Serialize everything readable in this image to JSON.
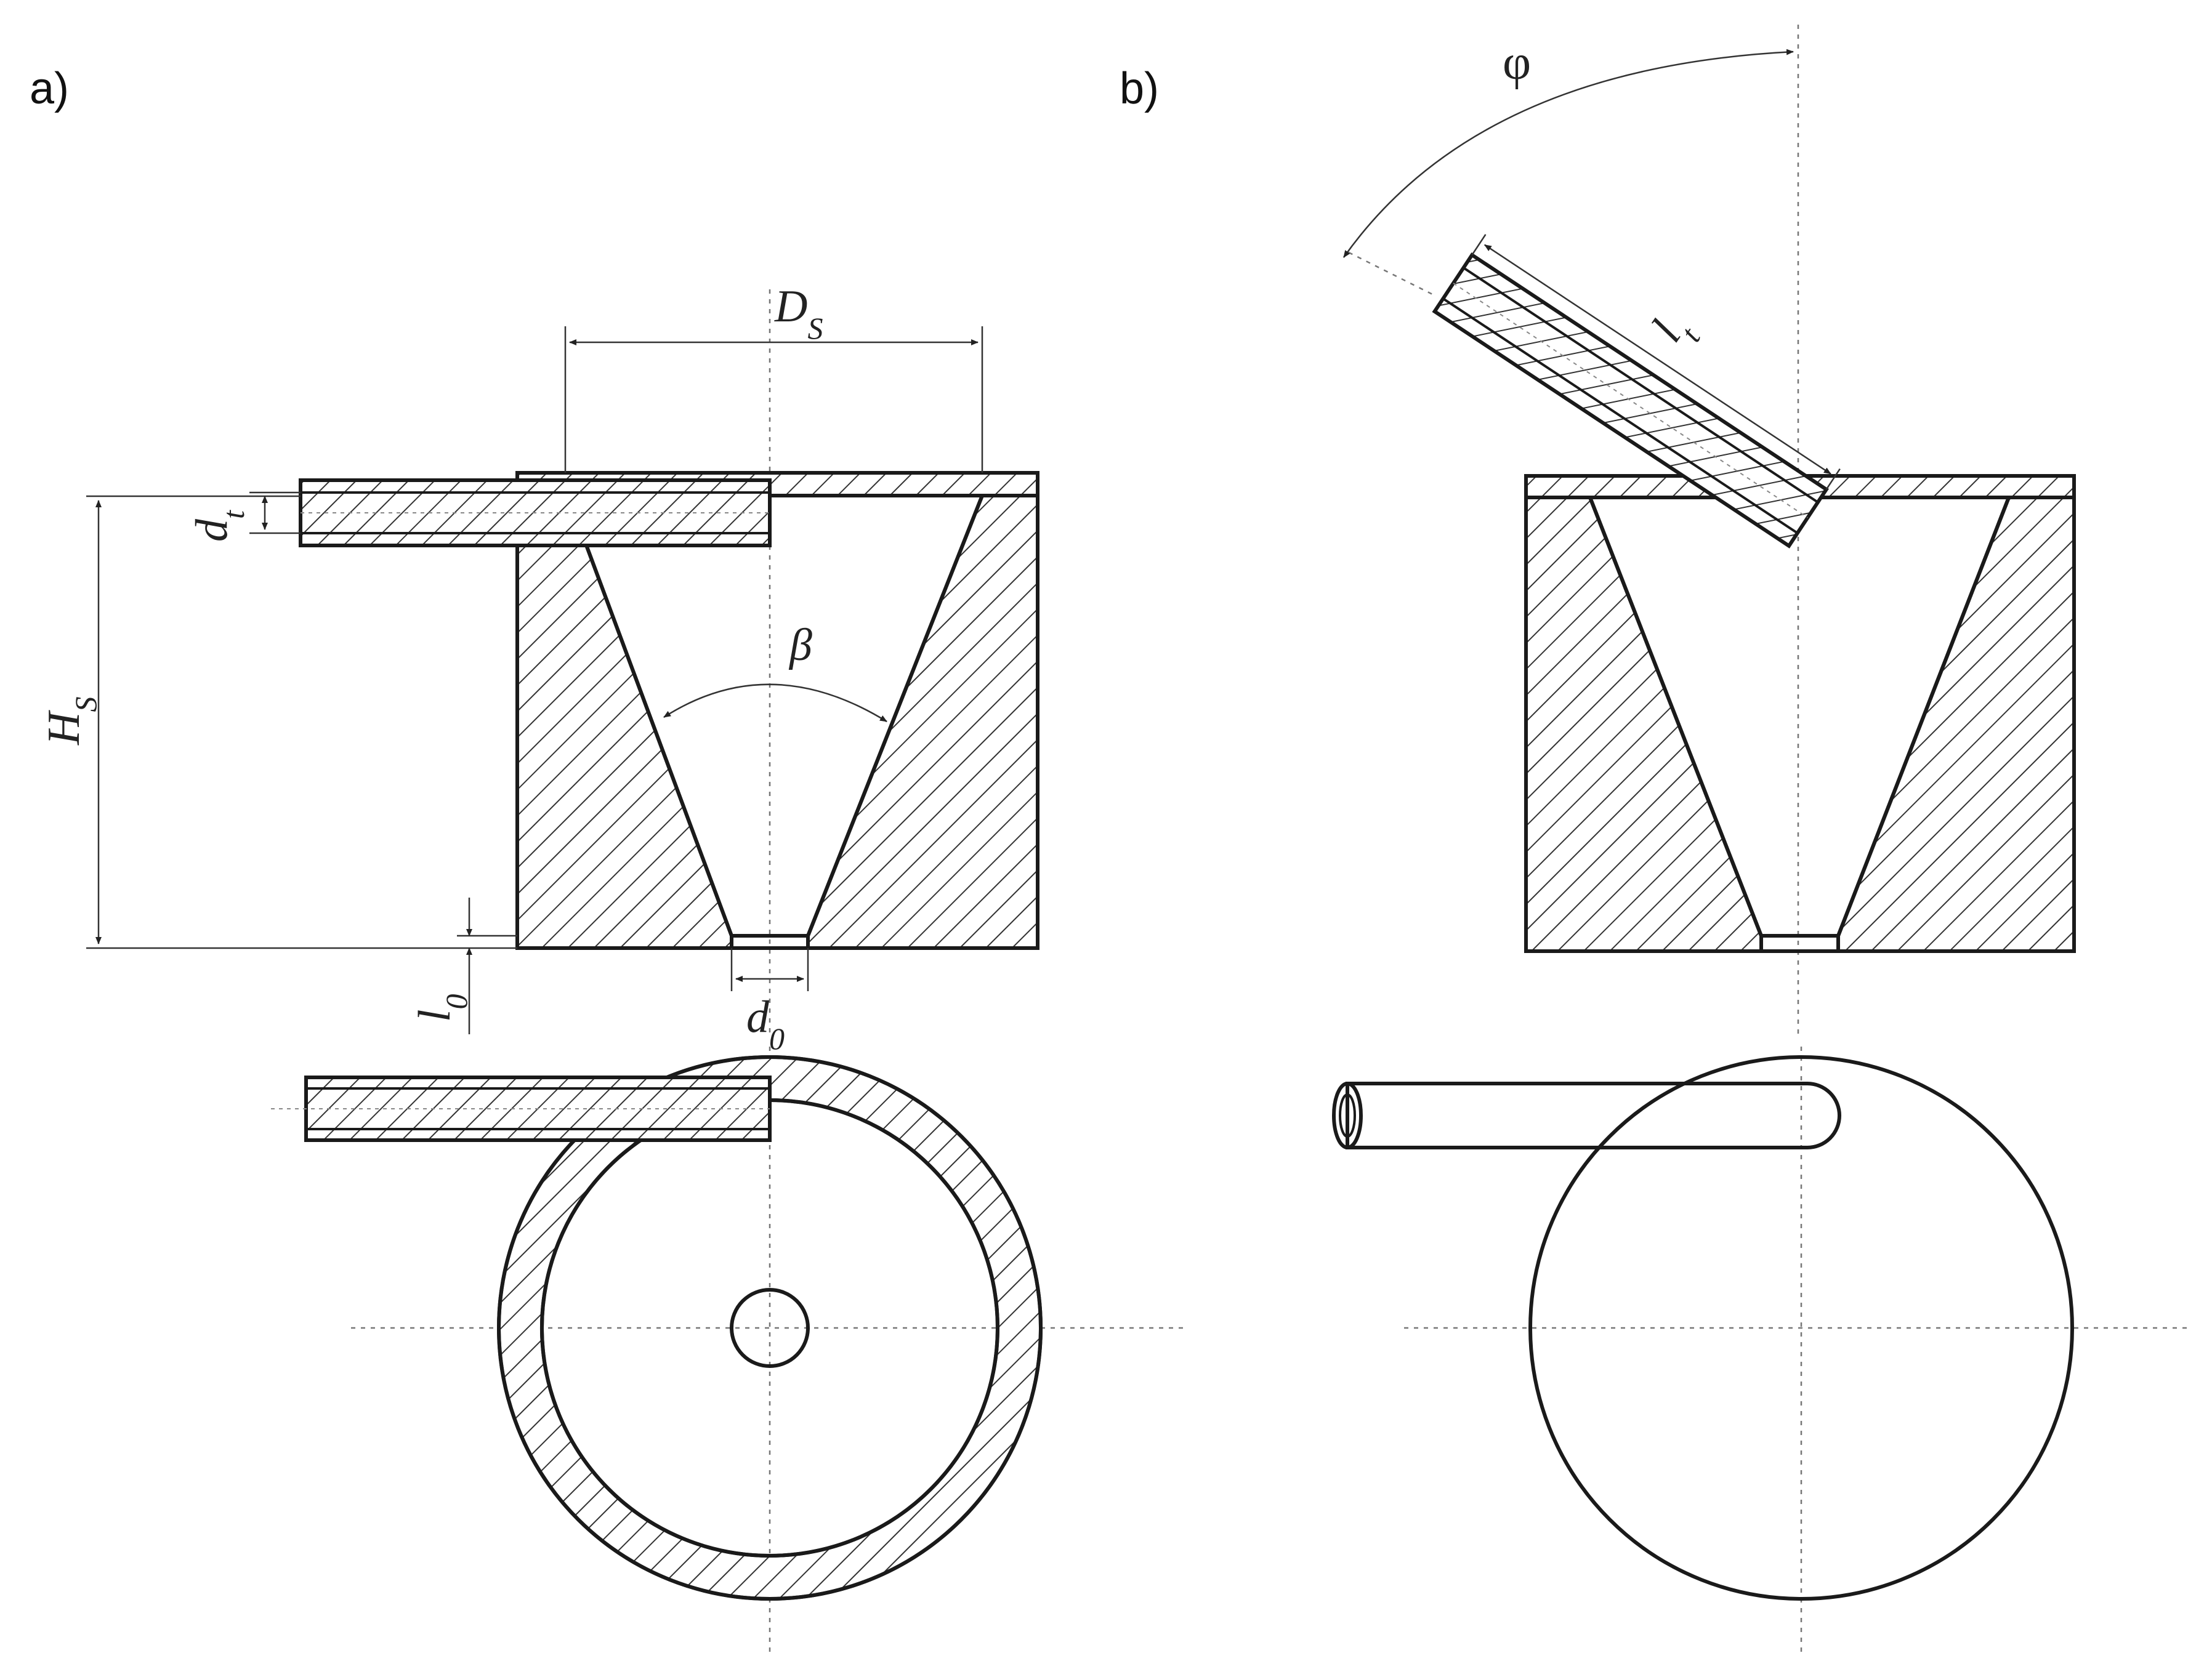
{
  "panels": {
    "a": {
      "letter": "a)"
    },
    "b": {
      "letter": "b)"
    }
  },
  "dimensions": {
    "a": {
      "D_s": {
        "base": "D",
        "sub": "S"
      },
      "H_s": {
        "base": "H",
        "sub": "S"
      },
      "d_t": {
        "base": "d",
        "sub": "t"
      },
      "beta": {
        "base": "β"
      },
      "l_0": {
        "base": "l",
        "sub": "0"
      },
      "d_0": {
        "base": "d",
        "sub": "0"
      }
    },
    "b": {
      "phi": {
        "base": "φ"
      },
      "l_t": {
        "base": "l",
        "sub": "t"
      }
    }
  },
  "colors": {
    "line": "#1a1a1a",
    "hatch": "#333333",
    "centerline": "#777777"
  }
}
